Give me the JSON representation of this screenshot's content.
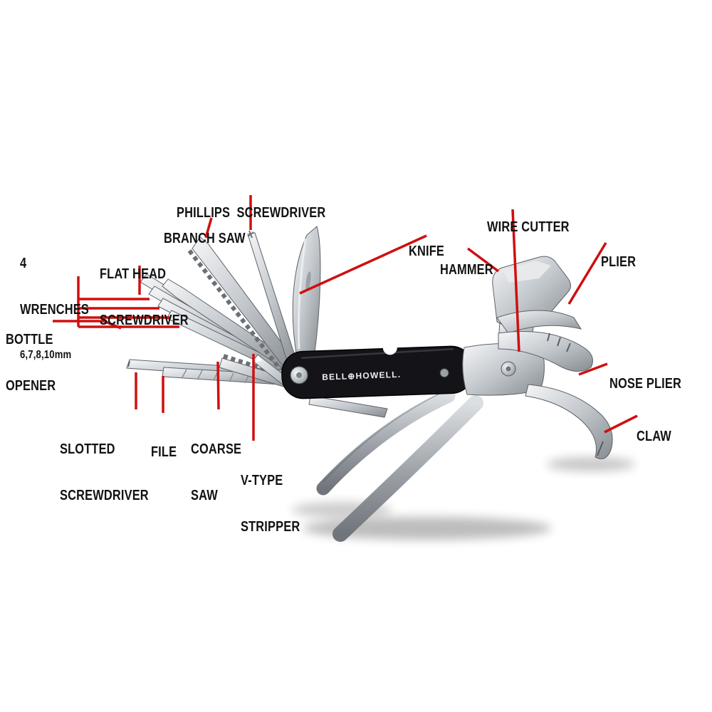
{
  "colors": {
    "accent": "#cf0f0f",
    "handle": "#141418",
    "steel": "#c9ccd0",
    "label_text": "#121212",
    "background": "#ffffff"
  },
  "brand": {
    "text": "BELL⊕HOWELL."
  },
  "labels": {
    "phillips": {
      "line1": "PHILLIPS  SCREWDRIVER"
    },
    "branch_saw": {
      "line1": "BRANCH SAW"
    },
    "wrenches": {
      "line1": "4",
      "line2": "WRENCHES",
      "line3": "6,7,8,10mm"
    },
    "flat_head": {
      "line1": "FLAT HEAD",
      "line2": "SCREWDRIVER"
    },
    "bottle_opener": {
      "line1": "BOTTLE",
      "line2": "OPENER"
    },
    "knife": {
      "line1": "KNIFE"
    },
    "wire_cutter": {
      "line1": "WIRE CUTTER"
    },
    "hammer": {
      "line1": "HAMMER"
    },
    "plier": {
      "line1": "PLIER"
    },
    "nose_plier": {
      "line1": "NOSE PLIER"
    },
    "claw": {
      "line1": "CLAW"
    },
    "slotted": {
      "line1": "SLOTTED",
      "line2": "SCREWDRIVER"
    },
    "file": {
      "line1": "FILE"
    },
    "coarse_saw": {
      "line1": "COARSE",
      "line2": "SAW"
    },
    "v_stripper": {
      "line1": "V-TYPE",
      "line2": "STRIPPER"
    }
  }
}
